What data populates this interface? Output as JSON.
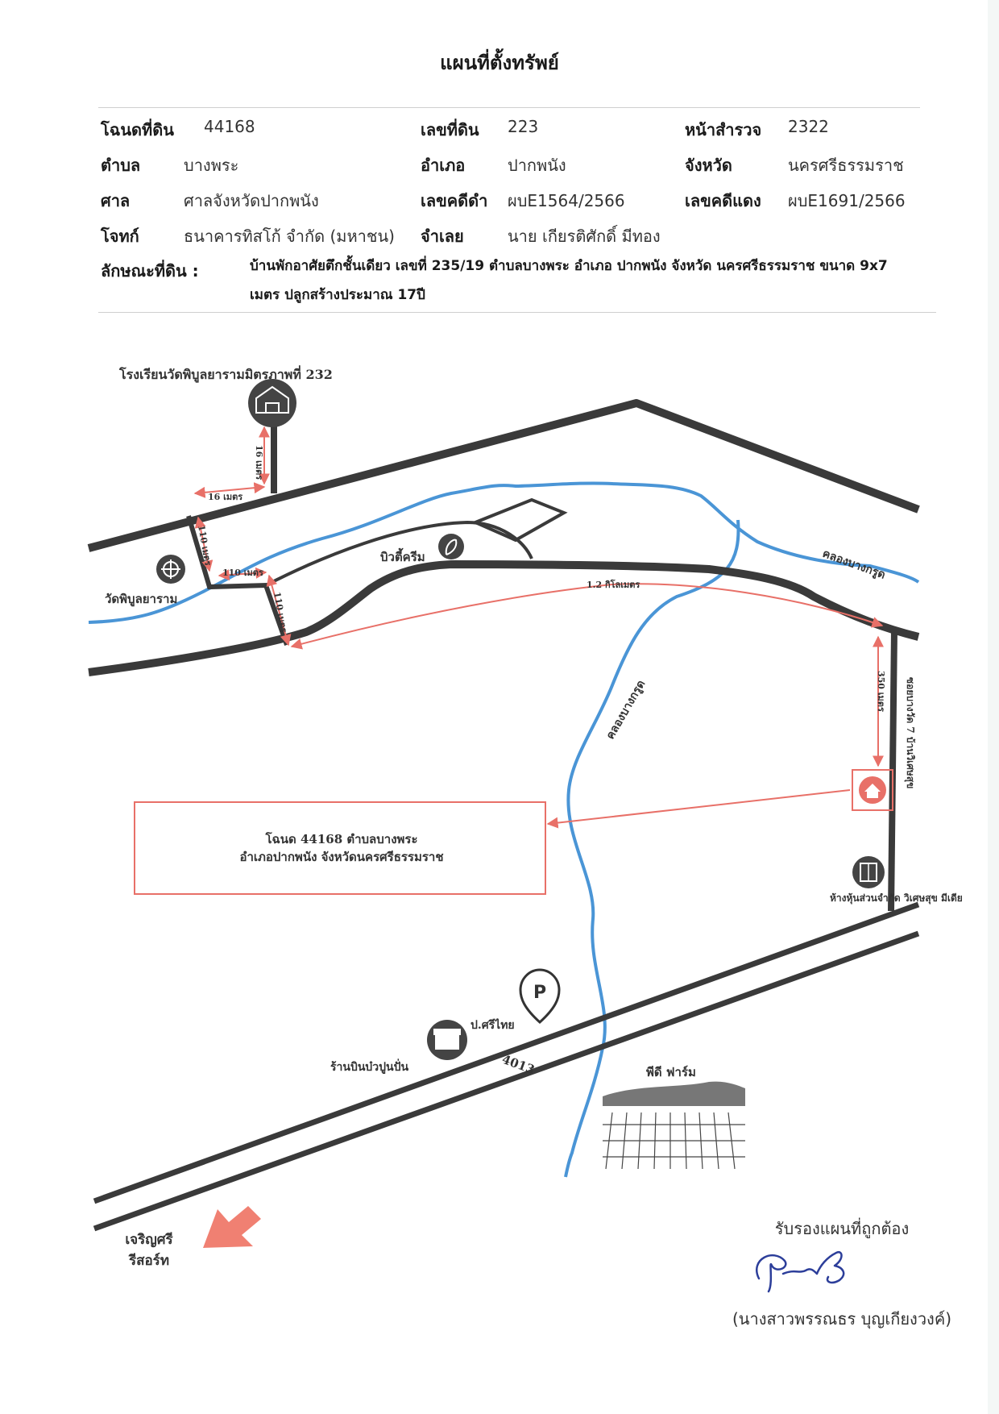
{
  "title": "แผนที่ตั้งทรัพย์",
  "info": {
    "deed_label": "โฉนดที่ดิน",
    "deed_value": "44168",
    "land_no_label": "เลขที่ดิน",
    "land_no_value": "223",
    "survey_label": "หน้าสำรวจ",
    "survey_value": "2322",
    "subdistrict_label": "ตำบล",
    "subdistrict_value": "บางพระ",
    "district_label": "อำเภอ",
    "district_value": "ปากพนัง",
    "province_label": "จังหวัด",
    "province_value": "นครศรีธรรมราช",
    "court_label": "ศาล",
    "court_value": "ศาลจังหวัดปากพนัง",
    "black_case_label": "เลขคดีดำ",
    "black_case_value": "ผบE1564/2566",
    "red_case_label": "เลขคดีแดง",
    "red_case_value": "ผบE1691/2566",
    "plaintiff_label": "โจทก์",
    "plaintiff_value": "ธนาคารทิสโก้ จำกัด (มหาชน)",
    "defendant_label": "จำเลย",
    "defendant_value": "นาย เกียรติศักดิ์ มีทอง",
    "land_desc_label": "ลักษณะที่ดิน :",
    "land_desc_value": "บ้านพักอาศัยตึกชั้นเดียว เลขที่ 235/19 ตำบลบางพระ อำเภอ ปากพนัง จังหวัด นครศรีธรรมราช ขนาด 9x7 เมตร ปลูกสร้างประมาณ 17ปี"
  },
  "map": {
    "school": "โรงเรียนวัดพิบูลยารามมิตรภาพที่ 232",
    "temple": "วัดพิบูลยาราม",
    "cafe": "บิวตี้ครีม",
    "canal_north": "คลองบางกรูด",
    "canal_middle": "คลองบางกรูด",
    "soi": "ซอยบางวัด 7 บ้านวิเศษสุข",
    "shop_partnership": "ห้างหุ้นส่วนจำกัด วิเศษสุข มีเดีย",
    "gas_station": "ป.ศรีไทย",
    "noodle_shop": "ร้านบินบ๋วปูนปั่น",
    "road_no": "4013",
    "farm": "พีดี ฟาร์ม",
    "resort": "เจริญศรี รีสอร์ท",
    "dist_16a": "16 เมตร",
    "dist_16b": "16 เมตร",
    "dist_110a": "110 เมตร",
    "dist_110b": "110 เมตร",
    "dist_110c": "110 เมตร",
    "dist_1_2km": "1.2 กิโลเมตร",
    "dist_350": "350 เมตร",
    "plot_box_line1": "โฉนด 44168 ตำบลบางพระ",
    "plot_box_line2": "อำเภอปากพนัง จังหวัดนครศรีธรรมราช",
    "colors": {
      "road": "#3a3a3a",
      "canal": "#4a95d6",
      "marker": "#e87068",
      "icon": "#444444"
    }
  },
  "certification": {
    "title": "รับรองแผนที่ถูกต้อง",
    "name": "(นางสาวพรรณธร บุญเกียงวงค์)"
  }
}
